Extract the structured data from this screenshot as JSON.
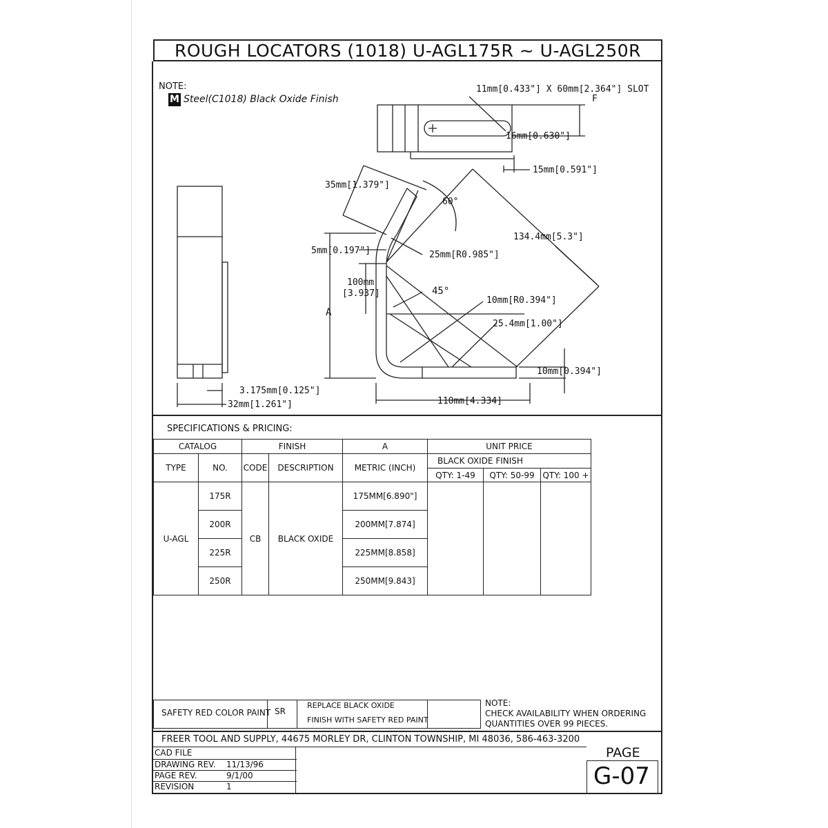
{
  "title": "ROUGH LOCATORS (1018) U-AGL175R ~ U-AGL250R",
  "note": {
    "label": "NOTE:",
    "badge": "M",
    "text": "Steel(C1018) Black Oxide Finish"
  },
  "drawing": {
    "slot_label": "11mm[0.433\"] X 60mm[2.364\"] SLOT",
    "slot_sub": "F",
    "dim_16": "16mm[0.630\"]",
    "dim_15": "15mm[0.591\"]",
    "dim_35": "35mm[1.379\"]",
    "angle_60": "60°",
    "dim_134": "134.4mm[5.3\"]",
    "dim_5": "5mm[0.197\"]",
    "dim_25r": "25mm[R0.985\"]",
    "dim_100a": "100mm",
    "dim_100b": "[3.937]",
    "angle_45": "45°",
    "dim_10r": "10mm[R0.394\"]",
    "label_a": "A",
    "dim_254": "25.4mm[1.00\"]",
    "dim_10": "10mm[0.394\"]",
    "dim_110": "110mm[4.334]",
    "dim_3175": "3.175mm[0.125\"]",
    "dim_32": "32mm[1.261\"]"
  },
  "spec": {
    "heading": "SPECIFICATIONS & PRICING:",
    "group_catalog": "CATALOG",
    "group_finish": "FINISH",
    "group_a": "A",
    "group_price": "UNIT PRICE",
    "col_type": "TYPE",
    "col_no": "NO.",
    "col_code": "CODE",
    "col_desc": "DESCRIPTION",
    "col_metric": "METRIC (INCH)",
    "price_sub": "BLACK OXIDE FINISH",
    "qty1": "QTY: 1-49",
    "qty2": "QTY: 50-99",
    "qty3": "QTY: 100 +",
    "type": "U-AGL",
    "code": "CB",
    "desc": "BLACK OXIDE",
    "rows": [
      {
        "no": "175R",
        "metric": "175MM[6.890\"]"
      },
      {
        "no": "200R",
        "metric": "200MM[7.874]"
      },
      {
        "no": "225R",
        "metric": "225MM[8.858]"
      },
      {
        "no": "250R",
        "metric": "250MM[9.843]"
      }
    ]
  },
  "safety": {
    "label": "SAFETY RED COLOR PAINT",
    "code": "SR",
    "desc1": "REPLACE BLACK OXIDE",
    "desc2": "FINISH WITH SAFETY RED PAINT"
  },
  "note2": {
    "label": "NOTE:",
    "line1": "CHECK AVAILABILITY WHEN ORDERING",
    "line2": "QUANTITIES OVER 99 PIECES."
  },
  "footer": {
    "company": "FREER TOOL AND SUPPLY, 44675 MORLEY DR, CLINTON TOWNSHIP, MI 48036, 586-463-3200",
    "cad_file": "CAD FILE",
    "drawing_rev_label": "DRAWING REV.",
    "drawing_rev": "11/13/96",
    "page_rev_label": "PAGE REV.",
    "page_rev": "9/1/00",
    "revision_label": "REVISION",
    "revision": "1",
    "page_label": "PAGE",
    "page_no": "G-07"
  }
}
